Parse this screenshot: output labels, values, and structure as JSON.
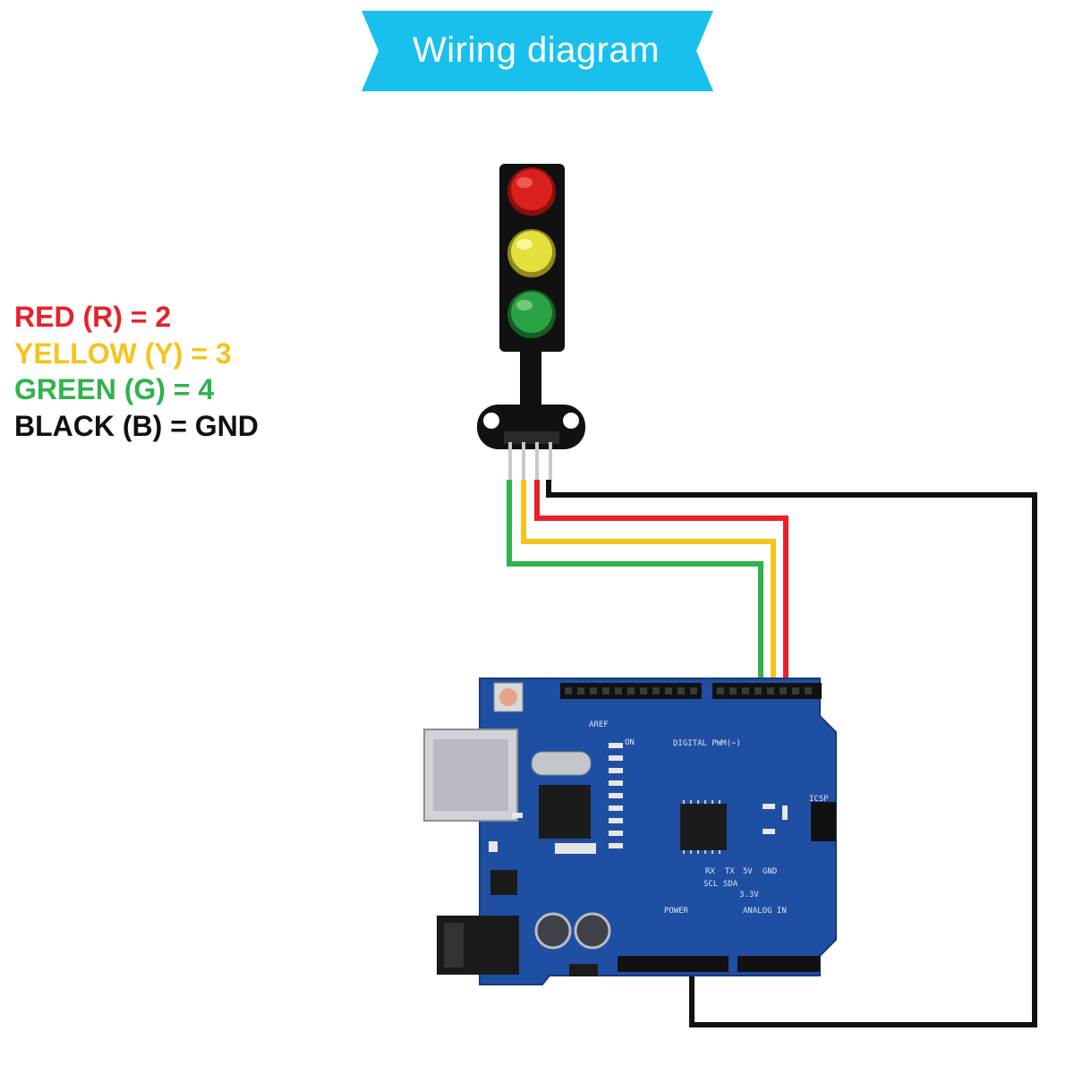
{
  "title": "Wiring diagram",
  "legend": [
    {
      "text": "RED (R) = 2",
      "color": "#e8202a"
    },
    {
      "text": "YELLOW (Y) = 3",
      "color": "#f6c31f"
    },
    {
      "text": "GREEN (G) = 4",
      "color": "#2fb34c"
    },
    {
      "text": "BLACK (B) = GND",
      "color": "#111111"
    }
  ],
  "colors": {
    "banner": "#19c0ee",
    "red": "#e8202a",
    "yellow": "#f6c31f",
    "green": "#2fb34c",
    "black": "#111111",
    "board": "#1f4fa3"
  },
  "board_labels": {
    "digital": "DIGITAL PWM(~)",
    "power": "POWER",
    "analog": "ANALOG IN",
    "icsp": "ICSP",
    "tx": "TX",
    "rx": "RX",
    "on": "ON",
    "gnd": "GND",
    "v5": "5V",
    "v33": "3.3V",
    "scl": "SCL",
    "sda": "SDA",
    "aref": "AREF"
  }
}
